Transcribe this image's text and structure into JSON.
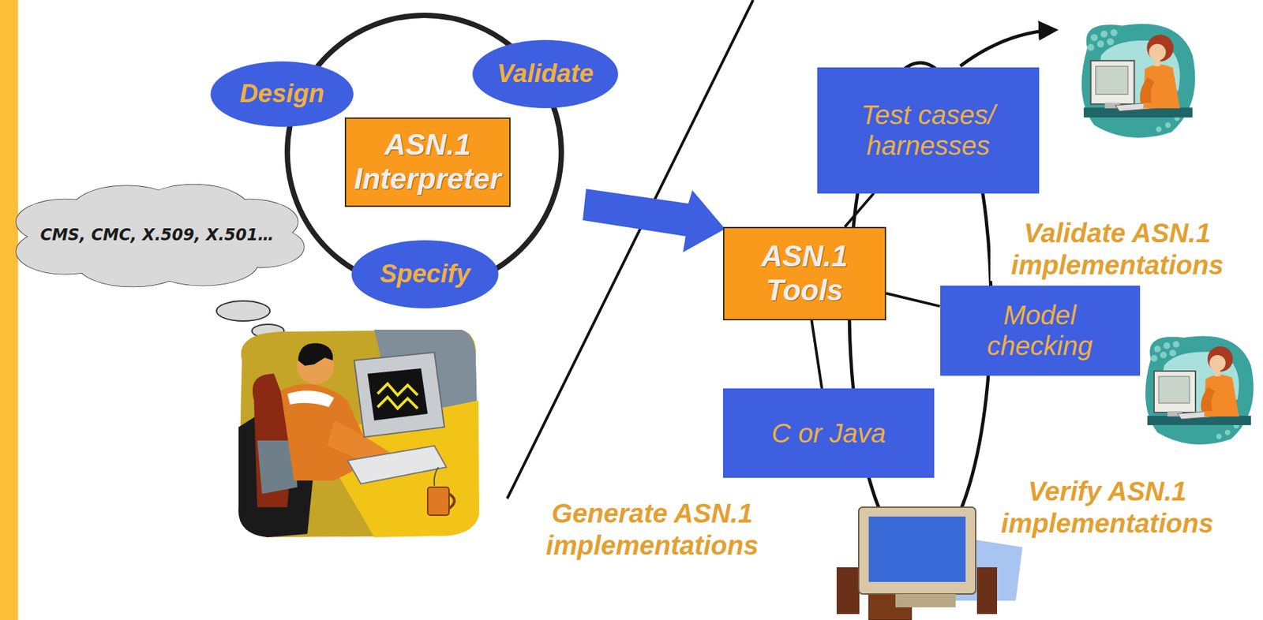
{
  "diagram": {
    "nodes": [
      {
        "text": [
          "Design"
        ]
      },
      {
        "text": [
          "Validate"
        ]
      },
      {
        "text": [
          "ASN.1 Interpreter"
        ]
      },
      {
        "text": [
          "CMS, CMC, X.509, X.501…"
        ]
      },
      {
        "text": [
          "Specify"
        ]
      },
      {
        "text": [
          "Test cases/ harnesses"
        ]
      },
      {
        "text": [
          "ASN.1 Tools"
        ]
      },
      {
        "text": [
          "Model checking"
        ]
      },
      {
        "text": [
          "C or Java"
        ]
      }
    ],
    "edges": [
      {
        "from": 6,
        "to": 5,
        "arrow": "none"
      },
      {
        "from": 6,
        "to": 7,
        "arrow": "none"
      },
      {
        "from": 6,
        "to": 8,
        "arrow": "none"
      }
    ],
    "labels": [
      "Validate ASN.1 implementations",
      "Verify ASN.1 implementations",
      "Generate ASN.1 implementations"
    ]
  }
}
